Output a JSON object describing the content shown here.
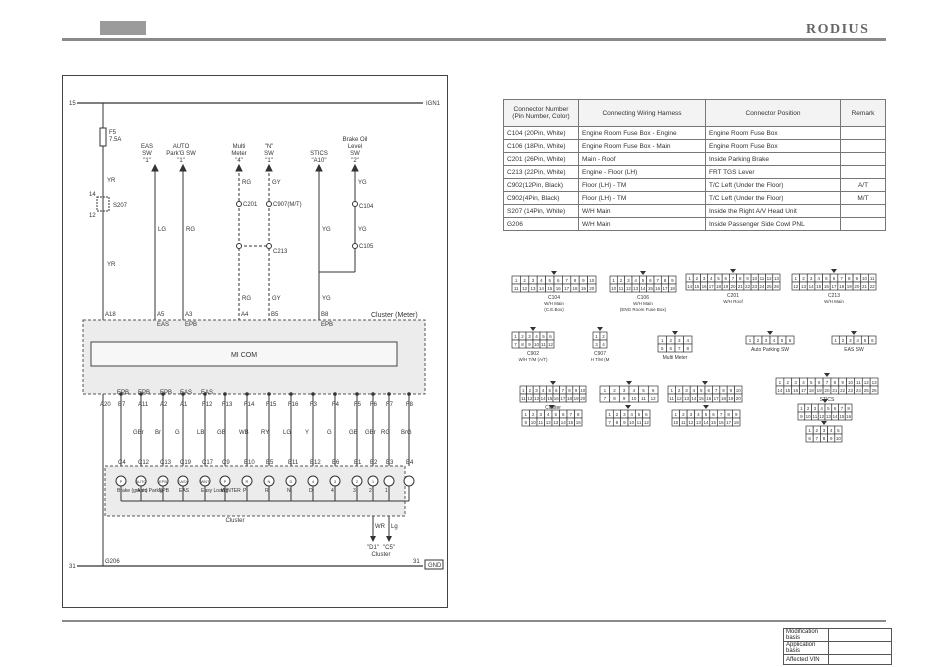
{
  "header": {
    "brand": "RODIUS"
  },
  "footer": {
    "vin_rows": [
      {
        "label": "Modification basis",
        "value": ""
      },
      {
        "label": "Application basis",
        "value": ""
      },
      {
        "label": "Affected VIN",
        "value": ""
      }
    ]
  },
  "diagram": {
    "top_rail_num": "15",
    "top_rail_label": "IGN1",
    "fuse_label": "F5",
    "fuse_rating": "7.5A",
    "bottom_rail_num": "31",
    "bottom_rail_num_right": "31",
    "bottom_rail_label": "GND",
    "ground_label": "G206",
    "splice_label": "S207",
    "splice_pins": [
      "14",
      "12"
    ],
    "connectors": {
      "c201": "C201",
      "c907": "C907(M/T)",
      "c213": "C213",
      "c104": "C104",
      "c105": "C105"
    },
    "signals": [
      {
        "lines": [
          "EAS",
          "SW",
          "\"1\""
        ]
      },
      {
        "lines": [
          "AUTO",
          "Park'G SW",
          "\"1\""
        ]
      },
      {
        "lines": [
          "Multi",
          "Meter",
          "\"4\""
        ]
      },
      {
        "lines": [
          "\"N\"",
          "SW",
          "\"1\""
        ]
      },
      {
        "lines": [
          "STICS",
          "\"A10\""
        ]
      },
      {
        "lines": [
          "Brake Oil",
          "Level",
          "SW",
          "\"2\""
        ]
      }
    ],
    "cluster_meter": "Cluster (Meter)",
    "micom": "MI COM",
    "cluster": "Cluster",
    "upper_wires": [
      {
        "color": "YR"
      },
      {
        "color": "LG"
      },
      {
        "color": "RG"
      },
      {
        "color": "RG"
      },
      {
        "color": "GY"
      },
      {
        "color": "YG"
      },
      {
        "color": "YG"
      }
    ],
    "upper_pins": [
      "A18",
      "A5",
      "A3",
      "A4",
      "B5",
      "B8"
    ],
    "upper_subs": [
      "EAS",
      "EPB",
      "EPB"
    ],
    "wire_color_YR_lower": "YR",
    "mid_wires": [
      "RG",
      "GY",
      "YG"
    ],
    "lower_tags": [
      "EPB",
      "EPB",
      "EPB",
      "EAS",
      "EAS"
    ],
    "lower_pins": [
      "A20",
      "B7",
      "A11",
      "A2",
      "A1",
      "F12",
      "F13",
      "F14",
      "F15",
      "F16",
      "F3",
      "F4",
      "F5",
      "F6",
      "F7",
      "F8"
    ],
    "lower_wires": [
      "GBr",
      "Br",
      "G",
      "LB",
      "GB",
      "WB",
      "RY",
      "LG",
      "Y",
      "G",
      "GB",
      "GBr",
      "RG",
      "BrG"
    ],
    "lamp_pins": [
      "C4",
      "C12",
      "C13",
      "C19",
      "C17",
      "C9",
      "E10",
      "E5",
      "E11",
      "E12",
      "E6",
      "E1",
      "E2",
      "E3",
      "E4"
    ],
    "lamp_labels": [
      "Brake (green)",
      "Auto Park'g",
      "EPB",
      "EAS",
      "Easy Load'g",
      "WINTER",
      "P",
      "R",
      "N",
      "D",
      "4",
      "3",
      "2",
      "1"
    ],
    "lamp_icons": [
      "P",
      "AUTO",
      "EPB",
      "EASY",
      "WNT",
      "P",
      "R",
      "N",
      "D",
      "4",
      "3",
      "2",
      "1"
    ],
    "out_wires": [
      "WR",
      "Lg"
    ],
    "outputs": [
      {
        "lines": [
          "\"D1\""
        ]
      },
      {
        "lines": [
          "\"C5\""
        ]
      }
    ],
    "outputs_caption": "Cluster"
  },
  "table": {
    "headers": [
      "Connector Number (Pin Number, Color)",
      "Connecting Wiring Harness",
      "Connector Position",
      "Remark"
    ],
    "rows": [
      [
        "C104 (20Pin, White)",
        "Engine Room Fuse Box - Engine",
        "Engine Room Fuse Box",
        ""
      ],
      [
        "C106 (18Pin, White)",
        "Engine Room Fuse Box - Main",
        "Engine Room Fuse Box",
        ""
      ],
      [
        "C201 (26Pin, White)",
        "Main - Roof",
        "Inside Parking Brake",
        ""
      ],
      [
        "C213 (22Pin, White)",
        "Engine - Floor (LH)",
        "FRT TGS Lever",
        ""
      ],
      [
        "C902(12Pin, Black)",
        "Floor (LH) - TM",
        "T/C Left (Under the Floor)",
        "A/T"
      ],
      [
        "C902(4Pin, Black)",
        "Floor (LH) - TM",
        "T/C Left (Under the Floor)",
        "M/T"
      ],
      [
        "S207 (14Pin, White)",
        "W/H Main",
        "Inside the Right A/V Head Unit",
        ""
      ],
      [
        "G206",
        "W/H Main",
        "Inside Passenger Side Cowl PNL",
        ""
      ]
    ]
  },
  "connectors": {
    "c104": {
      "title": "C104",
      "sub": [
        "W/H Main",
        "(C.E.Box)"
      ]
    },
    "c106": {
      "title": "C106",
      "sub": [
        "W/H Main",
        "(ENG Room Fuse Box)"
      ]
    },
    "c201": {
      "title": "C201",
      "sub": [
        "W/H Roof"
      ]
    },
    "c213": {
      "title": "C213",
      "sub": [
        "W/H Main"
      ]
    },
    "c902": {
      "title": "C902",
      "sub": [
        "W/H T/M (A/T)"
      ]
    },
    "c907": {
      "title": "C907",
      "sub": [
        "W/H T/M (M/T)"
      ]
    },
    "multi_meter": {
      "title": "Multi Meter"
    },
    "auto_parking_sw": {
      "title": "Auto Parking SW"
    },
    "eas_sw": {
      "title": "EAS SW"
    },
    "cluster": {
      "title": "Cluster",
      "rows": [
        "A",
        "B",
        "C",
        "D",
        "E",
        "F"
      ]
    },
    "stics": {
      "title": "STICS",
      "rows": [
        "A",
        "B",
        "C"
      ]
    }
  }
}
